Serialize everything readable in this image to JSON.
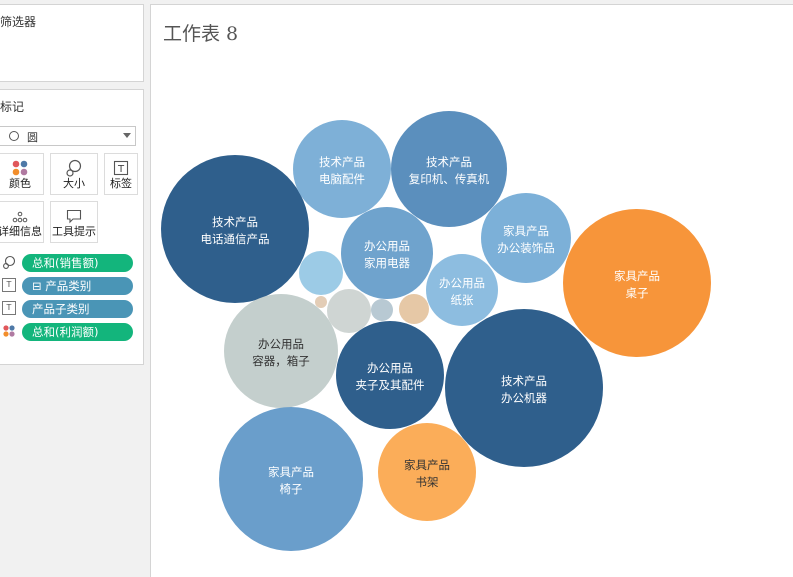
{
  "panel": {
    "filters_title": "筛选器",
    "marks_title": "标记",
    "mark_type": "圆",
    "buttons": {
      "color": "颜色",
      "size": "大小",
      "label": "标签",
      "detail": "详细信息",
      "tooltip": "工具提示"
    },
    "pills": [
      {
        "text": "总和(销售额)",
        "kind": "size",
        "color": "#13b57c"
      },
      {
        "text": "产品类别",
        "kind": "label",
        "prefix": "⊟",
        "color": "#4a95b6"
      },
      {
        "text": "产品子类别",
        "kind": "label",
        "color": "#4a95b6"
      },
      {
        "text": "总和(利润额)",
        "kind": "color",
        "color": "#13b57c"
      }
    ]
  },
  "sheet": {
    "title": "工作表 8"
  },
  "chart_data": {
    "type": "bubble",
    "encoding": {
      "size": "总和(销售额)",
      "color": "总和(利润额)",
      "label": [
        "产品类别",
        "产品子类别"
      ]
    },
    "bubbles": [
      {
        "category": "技术产品",
        "subcategory": "电话通信产品",
        "color": "#2f5f8c",
        "labeled": true
      },
      {
        "category": "技术产品",
        "subcategory": "电脑配件",
        "color": "#7eb0d7",
        "labeled": true
      },
      {
        "category": "技术产品",
        "subcategory": "复印机、传真机",
        "color": "#5b8fbd",
        "labeled": true
      },
      {
        "category": "办公用品",
        "subcategory": "家用电器",
        "color": "#6fa3cd",
        "labeled": true
      },
      {
        "category": "家具产品",
        "subcategory": "办公装饰品",
        "color": "#7cb0d8",
        "labeled": true
      },
      {
        "category": "家具产品",
        "subcategory": "桌子",
        "color": "#f7953a",
        "labeled": true
      },
      {
        "category": "办公用品",
        "subcategory": "纸张",
        "color": "#8dbde0",
        "labeled": true
      },
      {
        "category": "办公用品",
        "subcategory": "容器，箱子",
        "color": "#c4cfcd",
        "labeled": true,
        "dark_text": true
      },
      {
        "category": "办公用品",
        "subcategory": "夹子及其配件",
        "color": "#2f5f8c",
        "labeled": true
      },
      {
        "category": "技术产品",
        "subcategory": "办公机器",
        "color": "#2f5f8c",
        "labeled": true
      },
      {
        "category": "家具产品",
        "subcategory": "椅子",
        "color": "#6a9ecb",
        "labeled": true
      },
      {
        "category": "家具产品",
        "subcategory": "书架",
        "color": "#fbad59",
        "labeled": true,
        "dark_text": true
      },
      {
        "category": "",
        "subcategory": "",
        "color": "#9ccbe6",
        "labeled": false
      },
      {
        "category": "",
        "subcategory": "",
        "color": "#cfd5d3",
        "labeled": false
      },
      {
        "category": "",
        "subcategory": "",
        "color": "#b8c9d3",
        "labeled": false
      },
      {
        "category": "",
        "subcategory": "",
        "color": "#e6c8a6",
        "labeled": false
      },
      {
        "category": "",
        "subcategory": "",
        "color": "#e3cdb6",
        "labeled": false
      }
    ]
  }
}
